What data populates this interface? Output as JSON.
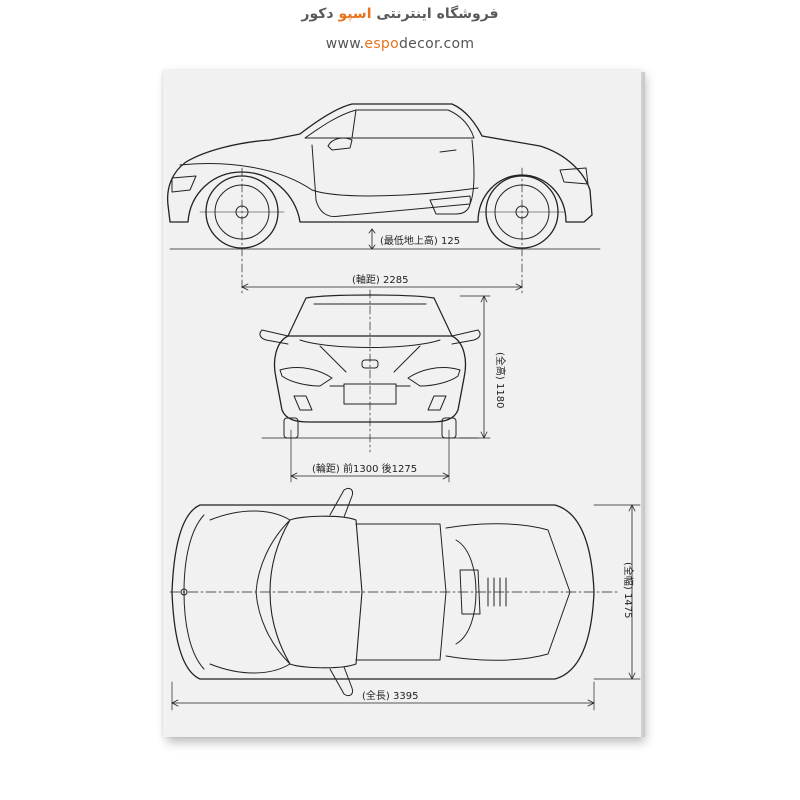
{
  "header": {
    "title_prefix": "فروشگاه اینترنتی ",
    "title_brand": "اسپو",
    "title_suffix": " دکور",
    "url_prefix": "www.",
    "url_brand": "espo",
    "url_suffix": "decor.com"
  },
  "blueprint": {
    "ground_clearance_label": "(最低地上高) 125",
    "wheelbase_label": "(軸距) 2285",
    "height_label": "(全高) 1180",
    "track_label": "(輪距) 前1300 後1275",
    "width_label": "(全幅) 1475",
    "length_label": "(全長) 3395"
  },
  "colors": {
    "brand": "#e8731c",
    "canvas": "#f1f1f1",
    "line": "#222222"
  }
}
